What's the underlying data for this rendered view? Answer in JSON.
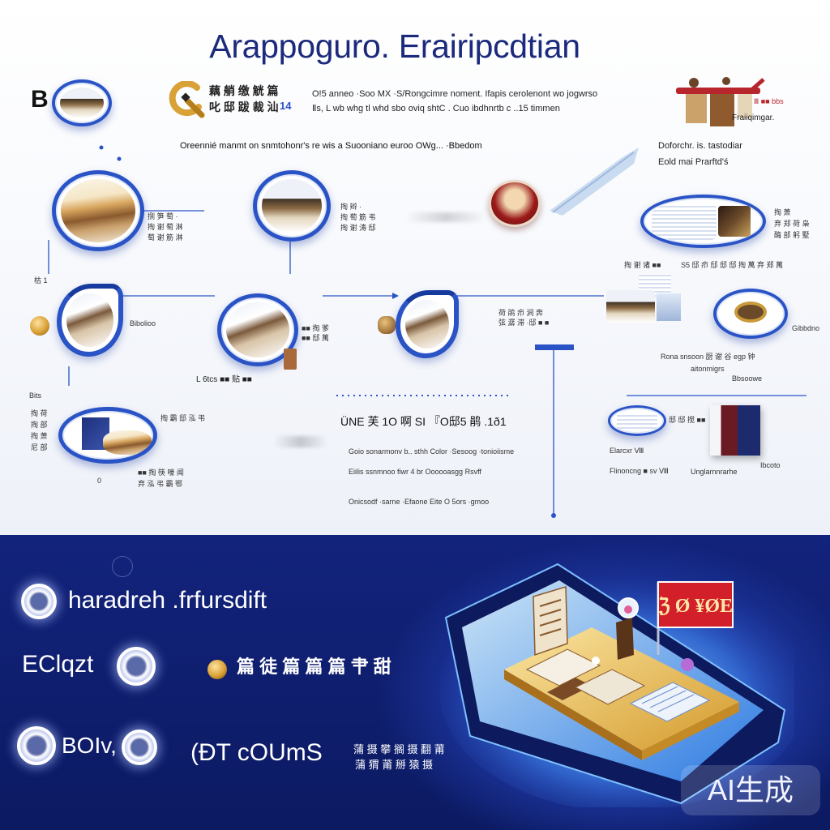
{
  "title": "Arappoguro. Erairipcdtian",
  "colors": {
    "navy": "#1b2a7c",
    "accent_blue": "#2a54c6",
    "gold": "#d9a236",
    "red": "#c8262e",
    "deep_navy": "#0e1d6e"
  },
  "icons": {
    "emblem": "globe-emblem-icon",
    "brand": "gold-q-logo-icon",
    "pen": "quill-pen-icon",
    "coin": "gold-coin-icon",
    "ring": "glow-ring-icon"
  },
  "header": {
    "glyph": "B",
    "brand_line_1": "藕 艄 缴 觥 篇",
    "brand_line_2": "叱 邸 跋 裁 汕",
    "brand_badge": "14",
    "intro_1": "O!5 anneo ·Soo MX ·S/Rongcimre noment. Ifapis cerolenont wo jogwrso",
    "intro_2": "Ⅱs, L wb whg tl whd sbo oviq shtC . Cuo ibdhnrtb c ..15 timmen",
    "tagline": "Oreennié manmt on snmtohonr's re wis a Suooniano euroo OWg... ·Bbedom",
    "corner_caption_1": "Ⅲ ■■ bbs",
    "corner_caption_2": "Fraiiqimgar.",
    "side_note_1": "Doforchr. is. tastodiar",
    "side_note_2": "Eold mai Prarftd'ś"
  },
  "row1": {
    "tick": "枯 1",
    "n1": [
      "捌 笋 萄 ·",
      "掏 谢 萄 淋",
      "萄 谢 筋 淋"
    ],
    "n2": [
      "掏 辫 ·",
      "掏 萄 筋 弔",
      "掏 谢 涛 邸"
    ],
    "n4": [
      "掏 萧",
      "弃 郑 荷 枭",
      "酶 部 躬 墅"
    ],
    "band": [
      "掏 谢 诸 ■■",
      "S5 邸 疖 邸 邸 邸 掏 萬 弃 郑 萬"
    ]
  },
  "row2": {
    "n5": "Bibolioo",
    "n6": [
      "■■ 掏 爹",
      "■■ 邸 萬"
    ],
    "n6_below": "L 6tcs ■■ 贴  ■■",
    "n7": [
      "荷 鹃 疖 涧 奔",
      "弦 潺 滞 ·邸 ■ ■"
    ],
    "n9": "Gibbdno",
    "side": [
      "Rona snsoon 厨 谢 谷 egp 钟",
      "aitonmigrs",
      "Bbsoowe"
    ]
  },
  "row3": {
    "label": "Bits",
    "left_col": [
      "掏 荷",
      "掏 部",
      "掏 萧",
      "尼 部"
    ],
    "n10": [
      "掏 霸 邸 泓 弔",
      "■■ 掏 筷 嚎 闻",
      "弃 泓 弔 霸 鄂",
      "0"
    ],
    "center_heading": "ÜNE 芙 1O 啊 SI 『O邸5 鹃 .1ð1",
    "center_lines": [
      "Goio sonarmonv b.. sthh Color ·Sesoog ·tonioiisme",
      "Eiilis ssnmnoo fiwr 4 br Oooooasgg Rsvff",
      "Onicsodf ·sarne ·Efaone Eite O 5ors ·gmoo"
    ],
    "n11": [
      "邸 邸 搅 ■■",
      "Elarcxr Ⅷ",
      "Flinoncng ■ sv Ⅷ"
    ],
    "n12": [
      "Unglarnnrarhe",
      "Ibcoto"
    ]
  },
  "bottom": {
    "line_1": "haradreh .frfursdift",
    "line_2_lead": "EClqzt",
    "line_2_tail": "篇 徒 篇  篇 篇 肀 甜",
    "line_3_lead": "BOIv,",
    "line_3_main": "(ÐT cOUmS",
    "line_3_note": [
      "蒲 摄 攀 搁 摄 翻 莆",
      "蒲 猬 莆 掰 猿 摄"
    ],
    "banner": "ℨ Ø ¥ØE"
  },
  "watermark": "AI生成"
}
